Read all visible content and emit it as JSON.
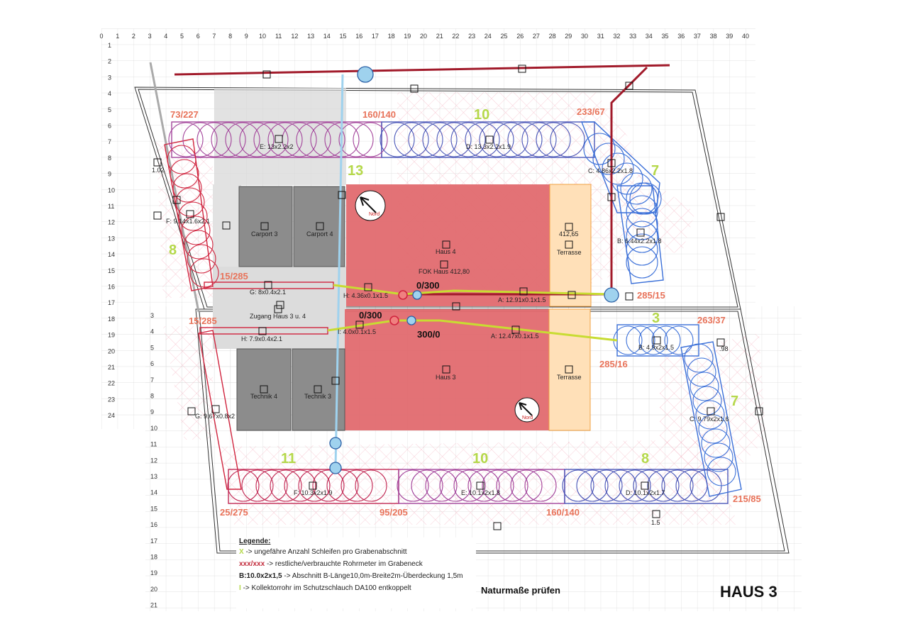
{
  "colors": {
    "accent_red": "#e8735a",
    "loop_green": "#b5d84a",
    "pipe_blue": "#9fd2ee",
    "supply_red": "#a11a2a",
    "building": "#e26a6f",
    "terrace": "#ffe0b8",
    "carport": "#8c8c8c"
  },
  "top_axis": [
    "0",
    "1",
    "2",
    "3",
    "4",
    "5",
    "6",
    "7",
    "8",
    "9",
    "10",
    "11",
    "12",
    "13",
    "14",
    "15",
    "16",
    "17",
    "18",
    "19",
    "20",
    "21",
    "22",
    "23",
    "24",
    "25",
    "26",
    "27",
    "28",
    "29",
    "30",
    "31",
    "32",
    "33",
    "34",
    "35",
    "36",
    "37",
    "38",
    "39",
    "40"
  ],
  "left_axis": [
    "1",
    "2",
    "3",
    "4",
    "5",
    "6",
    "7",
    "8",
    "9",
    "10",
    "11",
    "12",
    "13",
    "14",
    "15",
    "16",
    "17",
    "18",
    "19",
    "20",
    "21",
    "22",
    "23",
    "24"
  ],
  "inner_axis": [
    "3",
    "4",
    "5",
    "6",
    "7",
    "8",
    "9",
    "10",
    "11",
    "12",
    "13",
    "14",
    "15",
    "16",
    "17",
    "18",
    "19",
    "20",
    "21"
  ],
  "rooms": {
    "carport3": "Carport 3",
    "carport4": "Carport 4",
    "haus4": "Haus 4",
    "fok": "FOK Haus 412,80",
    "terrasse_top": "Terrasse",
    "terrasse_level": "412,65",
    "zugang": "Zugang Haus 3 u. 4",
    "technik4": "Technik 4",
    "technik3": "Technik 3",
    "haus3": "Haus 3",
    "terrasse_bottom": "Terrasse",
    "nord": "Nord"
  },
  "segments": {
    "E_top": "E: 13x2.2x2",
    "D_top": "D: 13.3x2.2x1.9",
    "C_top": "C: 4.86x2.2x1.8",
    "B_top": "B: 6.44x2.2x1.8",
    "F_top": "F: 9.14x1.6x2.1",
    "G_top": "G: 8x0.4x2.1",
    "H_top": "H: 4.36x0.1x1.5",
    "A_top": "A: 12.91x0.1x1.5",
    "H_bot": "H: 7.9x0.4x2.1",
    "I_bot": "I: 4.0x0.1x1.5",
    "A_bot": "A: 12.47x0.1x1.5",
    "B_bot": "B: 4.9x2x1.5",
    "C_bot": "C: 9.79x2x1.6",
    "G_bot": "G: 9.67x0.8x2",
    "F_bot": "F: 10.3x2x1.9",
    "E_bot": "E: 10.1x2x1.8",
    "D_bot": "D: 10.1x2x1.7"
  },
  "pipe_meters": {
    "m73_227": "73/227",
    "m160_140_top": "160/140",
    "m233_67": "233/67",
    "m15_285_top": "15/285",
    "m285_15": "285/15",
    "m15_285_bot": "15/285",
    "m263_37": "263/37",
    "m285_16": "285/16",
    "m25_275": "25/275",
    "m95_205": "95/205",
    "m160_140_bot": "160/140",
    "m215_85": "215/85"
  },
  "loop_counts": {
    "l10_top": "10",
    "l7_top": "7",
    "l13": "13",
    "l8_left": "8",
    "l3": "3",
    "l7_bot": "7",
    "l11": "11",
    "l10_bot": "10",
    "l8_bot": "8"
  },
  "junctions": {
    "j0_300_top": "0/300",
    "j0_300_bot": "0/300",
    "j300_0": "300/0"
  },
  "measures": {
    "m1_02": "1.02",
    "m98": ".98",
    "m1_5": "1.5"
  },
  "legend": {
    "title": "Legende:",
    "row1_mark": "X",
    "row1_text": "-> ungefähre Anzahl Schleifen pro Grabenabschnitt",
    "row2_mark": "xxx/xxx",
    "row2_text": "->  restliche/verbrauchte Rohrmeter im Grabeneck",
    "row3_mark": "B:10.0x2x1,5",
    "row3_text": "-> Abschnitt B-Länge10,0m-Breite2m-Überdeckung 1,5m",
    "row4_mark": "I",
    "row4_text": "-> Kollektorrohr im Schutzschlauch DA100 entkoppelt"
  },
  "note": "Naturmaße prüfen",
  "title": "HAUS 3"
}
